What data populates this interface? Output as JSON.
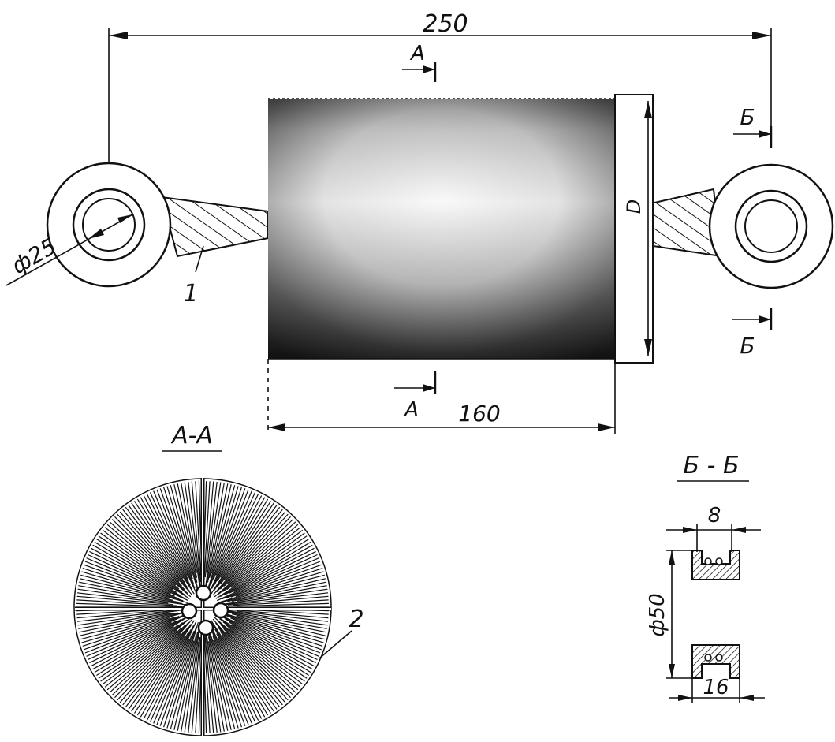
{
  "dimensions": {
    "overall_length": "250",
    "brush_length": "160",
    "eye_diameter": "ф25",
    "brush_diameter": "D",
    "groove_width": "8",
    "pulley_diameter": "ф50",
    "pulley_width": "16"
  },
  "section_marks": {
    "a": "A",
    "b": "Б"
  },
  "section_titles": {
    "aa": "A-A",
    "bb": "Б - Б"
  },
  "callouts": {
    "item1": "1",
    "item2": "2"
  },
  "colors": {
    "ink": "#111111",
    "paper": "#ffffff"
  }
}
